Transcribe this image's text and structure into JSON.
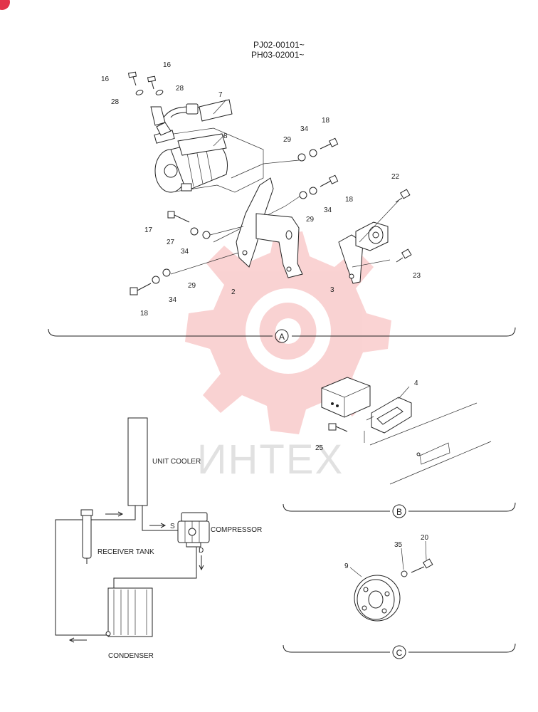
{
  "header": {
    "serial_1": "PJ02-00101~",
    "serial_2": "PH03-02001~"
  },
  "sections": {
    "a": "A",
    "b": "B",
    "c": "C"
  },
  "callouts": {
    "c16a": "16",
    "c16b": "16",
    "c28a": "28",
    "c28b": "28",
    "c7": "7",
    "c8": "8",
    "c29a": "29",
    "c34a": "34",
    "c18a": "18",
    "c18b": "18",
    "c29b": "29",
    "c34b": "34",
    "c22": "22",
    "c17": "17",
    "c27": "27",
    "c34c": "34",
    "c29c": "29",
    "c2": "2",
    "c3": "3",
    "c23": "23",
    "c18c": "18",
    "c34d": "34",
    "c4": "4",
    "c25": "25",
    "c9": "9",
    "c35": "35",
    "c20": "20"
  },
  "schematic": {
    "unit_cooler": "UNIT COOLER",
    "compressor": "COMPRESSOR",
    "receiver_tank": "RECEIVER TANK",
    "condenser": "CONDENSER",
    "suction": "S",
    "discharge": "D"
  },
  "watermark": {
    "text": "ИНТЕХ",
    "color": "#f08080"
  }
}
